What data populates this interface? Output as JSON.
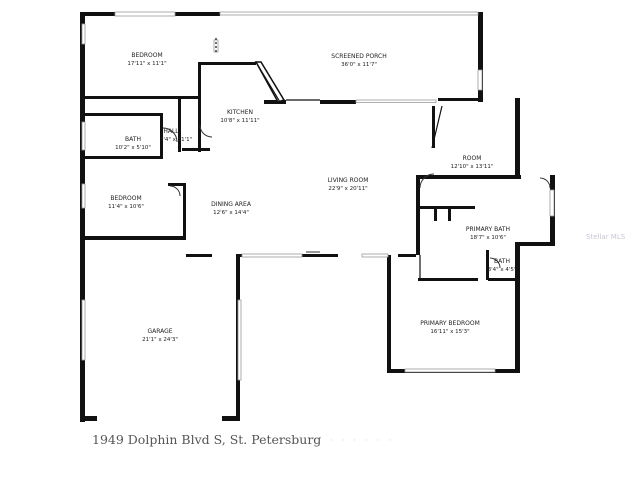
{
  "caption": "1949 Dolphin Blvd S, St. Petersburg",
  "watermark": "Stellar MLS",
  "rooms": [
    {
      "name": "BEDROOM",
      "dims": "17'11\" x 11'1\""
    },
    {
      "name": "SCREENED PORCH",
      "dims": "36'0\" x 11'7\""
    },
    {
      "name": "KITCHEN",
      "dims": "10'8\" x 11'11\""
    },
    {
      "name": "BATH",
      "dims": "10'2\" x 5'10\""
    },
    {
      "name": "HALL",
      "dims": "3'4\" x 11'1\""
    },
    {
      "name": "ROOM",
      "dims": "12'10\" x 13'11\""
    },
    {
      "name": "LIVING ROOM",
      "dims": "22'9\" x 20'11\""
    },
    {
      "name": "BEDROOM",
      "dims": "11'4\" x 10'6\""
    },
    {
      "name": "DINING AREA",
      "dims": "12'6\" x 14'4\""
    },
    {
      "name": "PRIMARY BATH",
      "dims": "18'7\" x 10'6\""
    },
    {
      "name": "BATH",
      "dims": "3'4\" x 4'5\""
    },
    {
      "name": "GARAGE",
      "dims": "21'1\" x 24'3\""
    },
    {
      "name": "PRIMARY BEDROOM",
      "dims": "16'11\" x 15'3\""
    }
  ]
}
